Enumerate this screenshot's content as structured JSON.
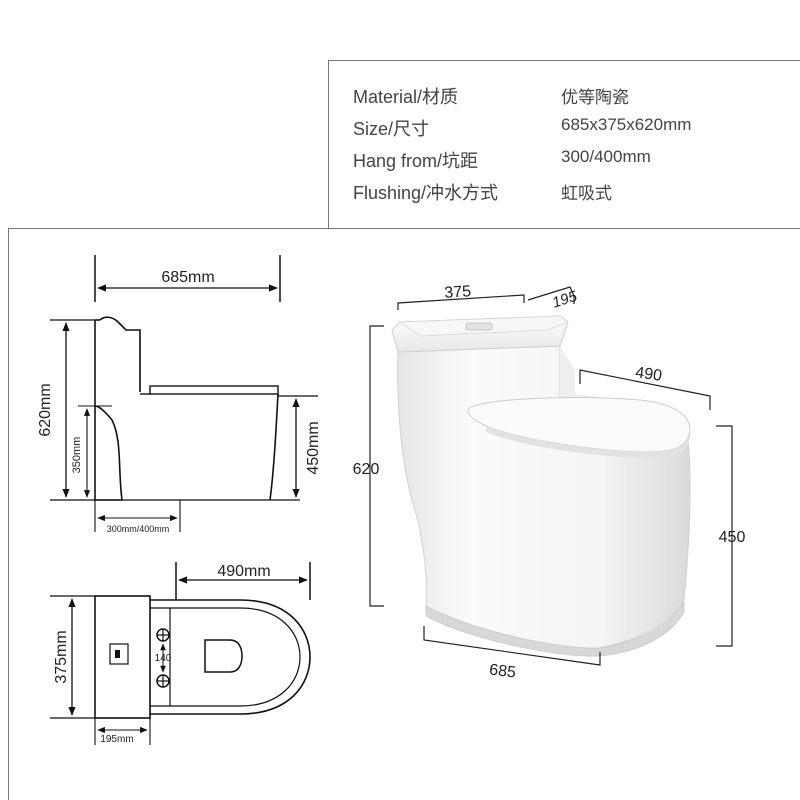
{
  "specs": {
    "rows": [
      {
        "label": "Material/材质",
        "value": "优等陶瓷"
      },
      {
        "label": "Size/尺寸",
        "value": "685x375x620mm"
      },
      {
        "label": "Hang from/坑距",
        "value": "300/400mm"
      },
      {
        "label": "Flushing/冲水方式",
        "value": "虹吸式"
      }
    ]
  },
  "side_view": {
    "width_label": "685mm",
    "height_label": "620mm",
    "seat_height_label": "350mm",
    "bowl_height_label": "450mm",
    "rough_in_label": "300mm/400mm"
  },
  "top_view": {
    "length_label": "490mm",
    "width_label": "375mm",
    "bolt_spacing_label": "140",
    "tank_depth_label": "195mm"
  },
  "product_view": {
    "tank_width_label": "375",
    "tank_depth_label": "195",
    "bowl_length_label": "490",
    "height_label": "620",
    "bowl_height_label": "450",
    "base_length_label": "685"
  }
}
